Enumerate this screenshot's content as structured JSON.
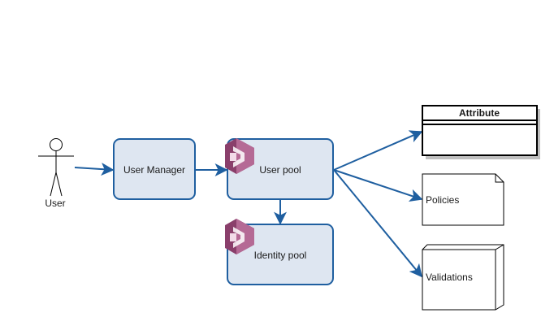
{
  "actor": {
    "label": "User"
  },
  "nodes": {
    "user_manager": {
      "label": "User Manager"
    },
    "user_pool": {
      "label": "User pool",
      "icon": "cognito-icon"
    },
    "identity_pool": {
      "label": "Identity pool",
      "icon": "cognito-icon"
    },
    "attribute": {
      "label": "Attribute"
    },
    "policies": {
      "label": "Policies"
    },
    "validations": {
      "label": "Validations"
    }
  },
  "colors": {
    "box_fill": "#dee6f1",
    "box_stroke": "#1f5fa0",
    "edge": "#1f5fa0",
    "cognito_dark": "#8a3f6b",
    "cognito_light": "#b56a95",
    "shadow": "#bfbfbf"
  }
}
